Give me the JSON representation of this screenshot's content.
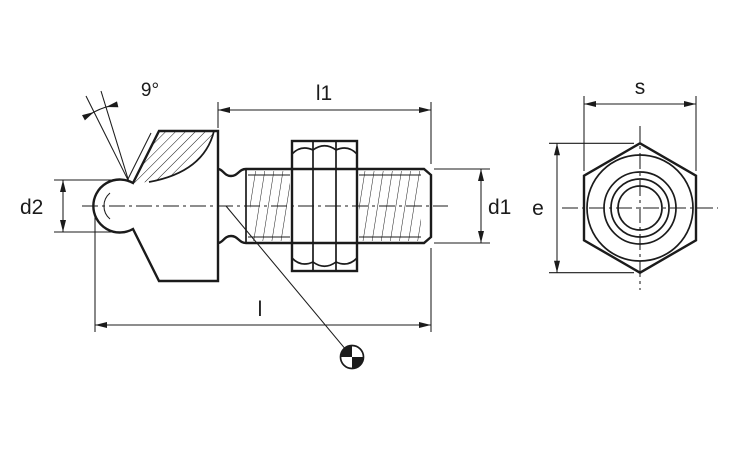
{
  "drawing": {
    "background": "#ffffff",
    "ink": "#1b1b1b",
    "labels": {
      "angle": "9°",
      "l1": "l1",
      "d1": "d1",
      "d2": "d2",
      "l": "l",
      "s": "s",
      "e": "e"
    }
  }
}
